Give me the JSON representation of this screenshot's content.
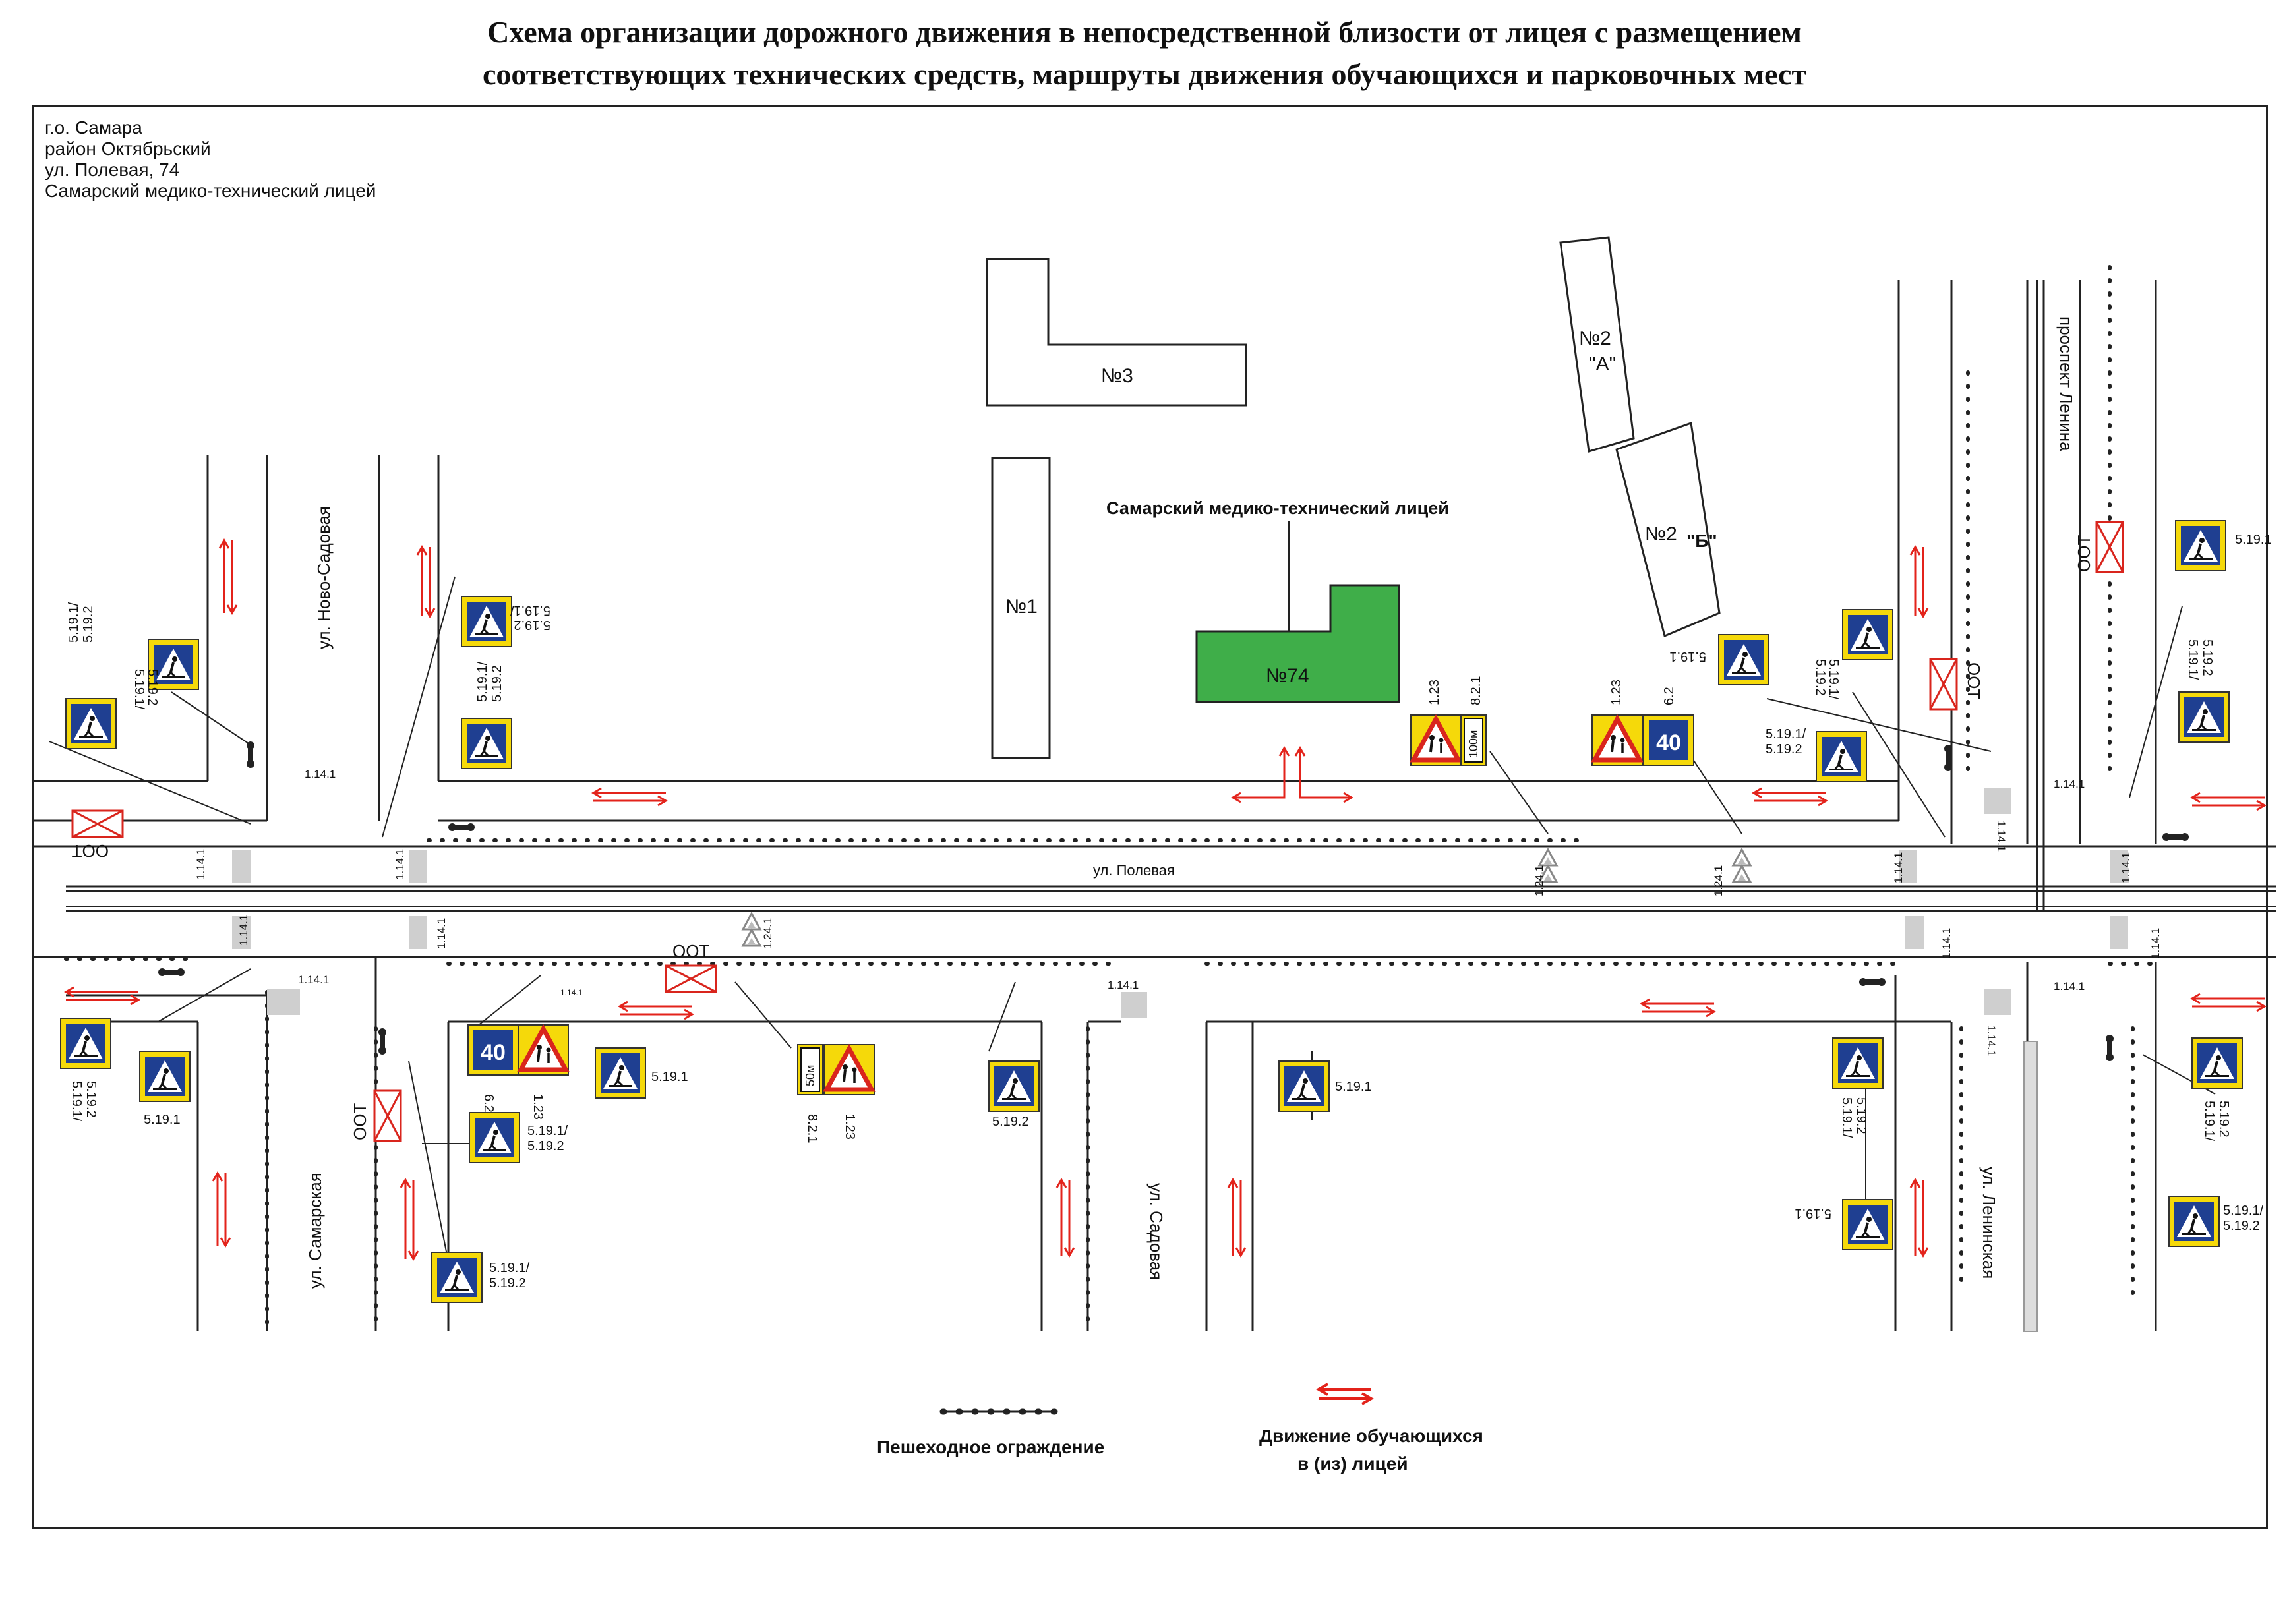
{
  "title": {
    "line1": "Схема организации дорожного движения  в непосредственной близости от лицея с размещением",
    "line2": "соответствующих технических средств, маршруты движения обучающихся и парковочных мест"
  },
  "address": [
    "г.о. Самара",
    "район Октябрьский",
    "ул. Полевая, 74",
    "Самарский медико-технический лицей"
  ],
  "buildings": {
    "b1": "№1",
    "b3": "№3",
    "b2a_1": "№2",
    "b2a_2": "\"А\"",
    "b2b": "№2",
    "b2b_suffix": "\"Б\"",
    "school": "№74"
  },
  "school_caption": "Самарский медико-технический лицей",
  "streets": {
    "polevaya": "ул. Полевая",
    "novo_sadovaya": "ул. Ново-Садовая",
    "samarskaya": "ул. Самарская",
    "sadovaya": "ул. Садовая",
    "leninskaya": "ул. Ленинская",
    "lenina": "проспект Ленина"
  },
  "stop_label": "ООТ",
  "sign_codes": {
    "crossing": "5.19.1",
    "crossing_pair_a": "5.19.1/",
    "crossing_pair_b": "5.19.2",
    "crossing_alt": "5.19.2",
    "children": "1.23",
    "speed": "6.2",
    "distance": "8.2.1",
    "marking_zebra": "1.14.1",
    "marking_triangle": "1.24.1"
  },
  "sign_values": {
    "speed_limit": "40",
    "distance_100": "100м",
    "distance_50": "50м"
  },
  "legend": {
    "fence": "Пешеходное ограждение",
    "movement_1": "Движение обучающихся",
    "movement_2": "в (из) лицей"
  },
  "colors": {
    "school": "#3fae49",
    "sign_blue": "#1f3f91",
    "sign_yellow": "#f5d90a",
    "arrow_red": "#e3231b",
    "triangle_red": "#d9251d",
    "line": "#222222"
  }
}
